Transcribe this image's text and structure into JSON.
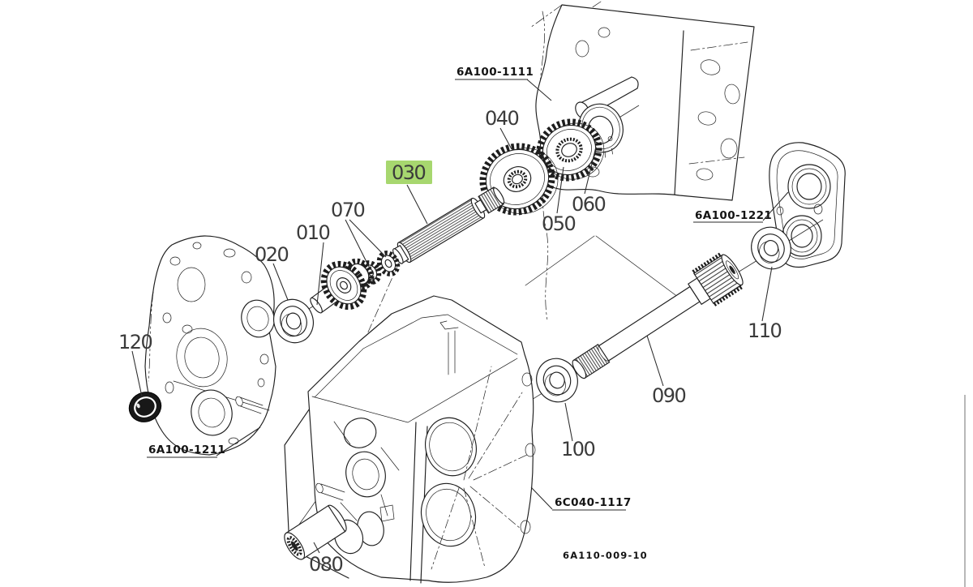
{
  "diagram": {
    "drawing_number": "6A110-009-10",
    "highlight_color": "#a7d76f",
    "highlighted_part": "030",
    "parts": {
      "p010": "010",
      "p020": "020",
      "p030": "030",
      "p040": "040",
      "p050": "050",
      "p060": "060",
      "p070": "070",
      "p080": "080",
      "p090": "090",
      "p100": "100",
      "p110": "110",
      "p120": "120"
    },
    "references": {
      "top_housing": "6A100-1111",
      "side_cover": "6A100-1221",
      "left_housing": "6A100-1211",
      "bottom_case": "6C040-1117"
    }
  }
}
